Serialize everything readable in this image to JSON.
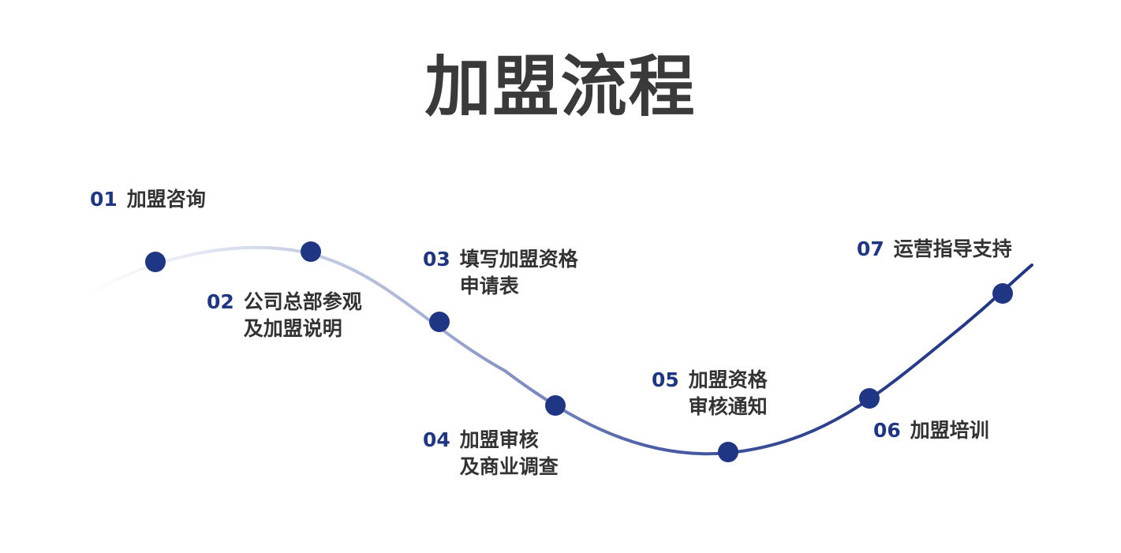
{
  "title": "加盟流程",
  "colors": {
    "accent": "#1f3685",
    "title": "#3a3a3a",
    "text": "#333333",
    "curve_light": "#e8ebf4"
  },
  "steps": [
    {
      "num": "01",
      "line1": "加盟咨询",
      "line2": ""
    },
    {
      "num": "02",
      "line1": "公司总部参观",
      "line2": "及加盟说明"
    },
    {
      "num": "03",
      "line1": "填写加盟资格",
      "line2": "申请表"
    },
    {
      "num": "04",
      "line1": "加盟审核",
      "line2": "及商业调查"
    },
    {
      "num": "05",
      "line1": "加盟资格",
      "line2": "审核通知"
    },
    {
      "num": "06",
      "line1": "加盟培训",
      "line2": ""
    },
    {
      "num": "07",
      "line1": "运营指导支持",
      "line2": ""
    }
  ]
}
